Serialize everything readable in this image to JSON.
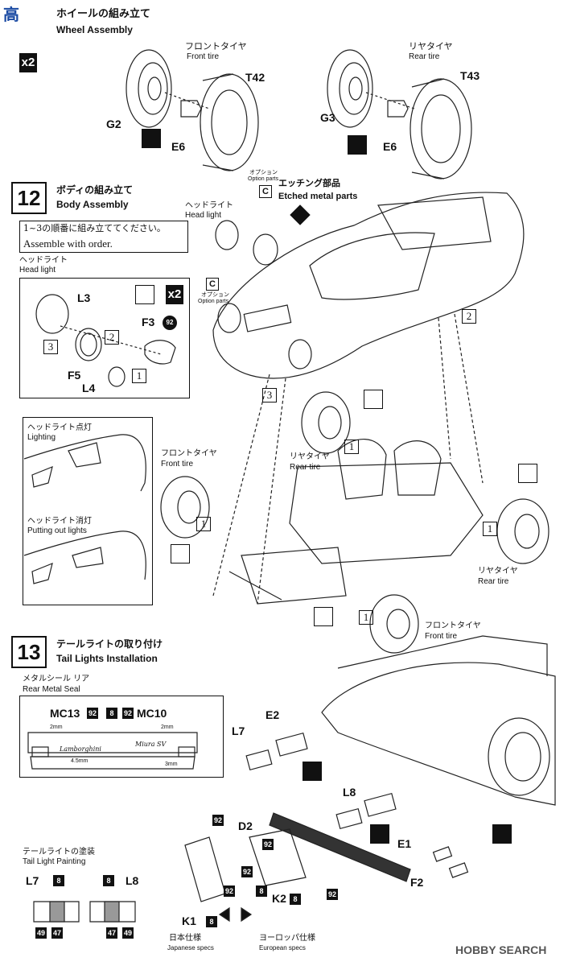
{
  "watermark_top": "高",
  "step11": {
    "title_jp": "ホイールの組み立て",
    "title_en": "Wheel Assembly",
    "qty": "x2",
    "front_tire_jp": "フロントタイヤ",
    "front_tire_en": "Front tire",
    "rear_tire_jp": "リヤタイヤ",
    "rear_tire_en": "Rear tire",
    "parts": [
      "T42",
      "G2",
      "E6",
      "G3",
      "E6",
      "T43"
    ]
  },
  "step12": {
    "number": "12",
    "title_jp": "ボディの組み立て",
    "title_en": "Body Assembly",
    "option_jp": "オプション",
    "option_en": "Option parts",
    "option_letter": "C",
    "etched_jp": "エッチング部品",
    "etched_en": "Etched metal parts",
    "headlight_jp": "ヘッドライト",
    "headlight_en": "Head light",
    "order_jp": "1~3の順番に組み立ててください。",
    "order_en": "Assemble with order.",
    "inset_headlight_jp": "ヘッドライト",
    "inset_headlight_en": "Head light",
    "parts": [
      "L3",
      "F3",
      "F5",
      "L4"
    ],
    "paint_code": "92",
    "qty": "x2",
    "steps": [
      "1",
      "2",
      "3"
    ],
    "lighting_jp": "ヘッドライト点灯",
    "lighting_en": "Lighting",
    "putting_out_jp": "ヘッドライト消灯",
    "putting_out_en": "Putting out lights",
    "front_tire_jp": "フロントタイヤ",
    "front_tire_en": "Front tire",
    "rear_tire_jp": "リヤタイヤ",
    "rear_tire_en": "Rear tire"
  },
  "step13": {
    "number": "13",
    "title_jp": "テールライトの取り付け",
    "title_en": "Tail Lights Installation",
    "seal_jp": "メタルシール リア",
    "seal_en": "Rear Metal Seal",
    "mc13": "MC13",
    "mc10": "MC10",
    "code8": "8",
    "code92": "92",
    "dim_2mm": "2mm",
    "dim_45mm": "4.5mm",
    "dim_3mm": "3mm",
    "script_brand": "Lamborghini",
    "script_model": "Miura SV",
    "painting_jp": "テールライトの塗装",
    "painting_en": "Tail Light Painting",
    "L7": "L7",
    "L8": "L8",
    "code49": "49",
    "code47": "47",
    "parts": [
      "E2",
      "L7",
      "L8",
      "D2",
      "E1",
      "F2",
      "K1",
      "K2"
    ],
    "japanese_specs_jp": "日本仕様",
    "japanese_specs_en": "Japanese specs",
    "european_specs_jp": "ヨーロッパ仕様",
    "european_specs_en": "European specs"
  },
  "footer": {
    "brand": "HOBBY SEARCH"
  }
}
